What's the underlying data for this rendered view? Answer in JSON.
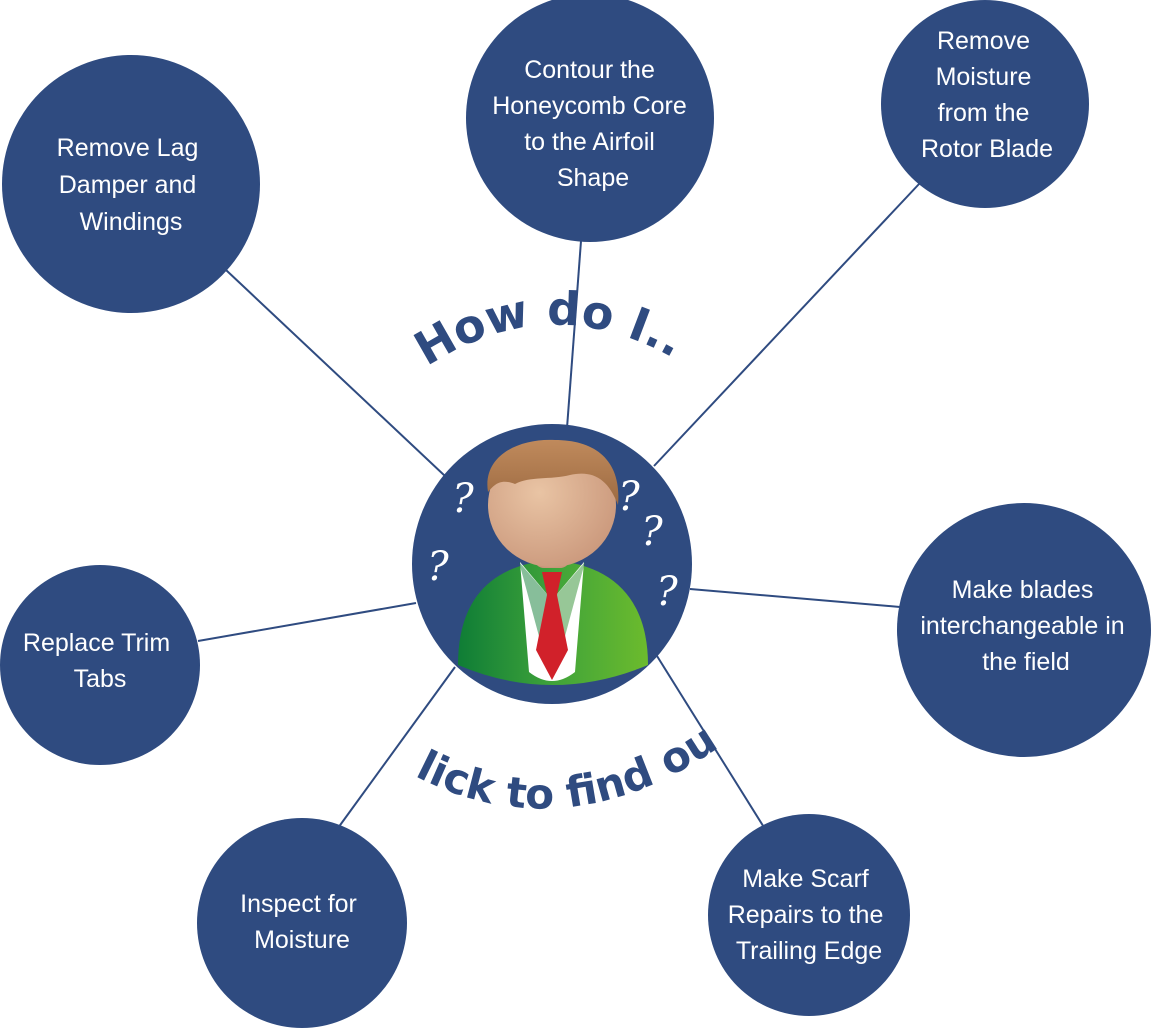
{
  "heading": "How do I..?",
  "call_to_action": "Click to find out",
  "colors": {
    "node_fill": "#2f4b80",
    "connector": "#2f4b80",
    "text": "#ffffff",
    "jacket": "#3fa33a",
    "tie": "#d1212a",
    "hair": "#b07a4f",
    "face": "#dcb08f"
  },
  "center_icon": "confused-person-icon",
  "question_marks": [
    "?",
    "?",
    "?",
    "?",
    "?"
  ],
  "topics": [
    {
      "id": "lag-damper",
      "lines": [
        "Remove Lag",
        "Damper and",
        "Windings"
      ]
    },
    {
      "id": "honeycomb",
      "lines": [
        "Contour the",
        "Honeycomb Core",
        "to the Airfoil",
        "Shape"
      ]
    },
    {
      "id": "moisture-removal",
      "lines": [
        "Remove",
        "Moisture",
        "from the",
        "Rotor Blade"
      ]
    },
    {
      "id": "interchangeable",
      "lines": [
        "Make blades",
        "interchangeable in",
        "the field"
      ]
    },
    {
      "id": "scarf-repairs",
      "lines": [
        "Make Scarf",
        "Repairs to the",
        "Trailing Edge"
      ]
    },
    {
      "id": "inspect-moisture",
      "lines": [
        "Inspect for",
        "Moisture"
      ]
    },
    {
      "id": "trim-tabs",
      "lines": [
        "Replace Trim",
        "Tabs"
      ]
    }
  ]
}
